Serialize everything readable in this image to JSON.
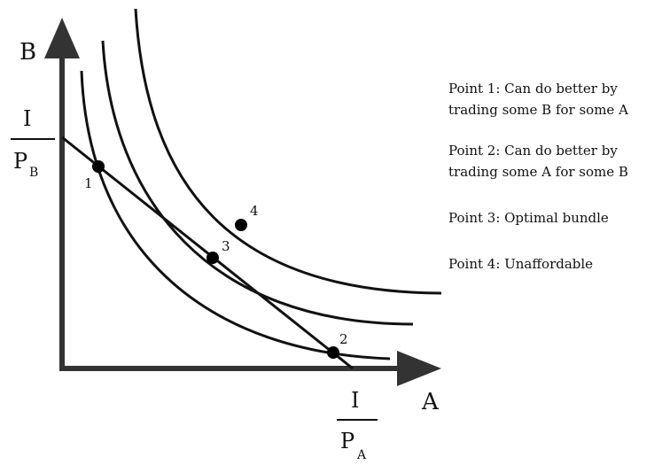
{
  "axes": {
    "y_label": "B",
    "x_label": "A",
    "y_intercept_numerator": "I",
    "y_intercept_denominator": "P",
    "y_intercept_subscript": "B",
    "x_intercept_numerator": "I",
    "x_intercept_denominator": "P",
    "x_intercept_subscript": "A"
  },
  "points": [
    {
      "label": "1"
    },
    {
      "label": "2"
    },
    {
      "label": "3"
    },
    {
      "label": "4"
    }
  ],
  "legend": [
    {
      "lines": [
        "Point 1: Can do better by",
        "trading some B for some A"
      ]
    },
    {
      "lines": [
        "Point 2: Can do better by",
        "trading some A for some B"
      ]
    },
    {
      "lines": [
        "Point 3: Optimal bundle"
      ]
    },
    {
      "lines": [
        "Point 4: Unaffordable"
      ]
    }
  ]
}
